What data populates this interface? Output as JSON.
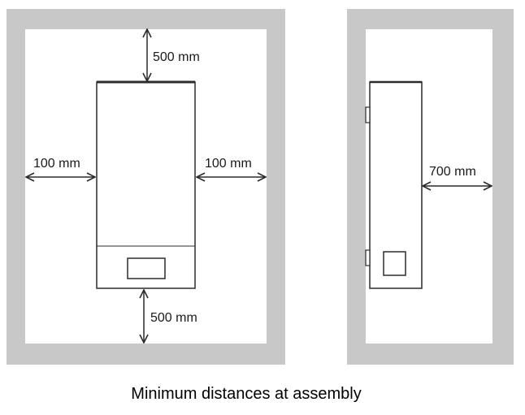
{
  "front_view": {
    "top_clearance": "500 mm",
    "left_clearance": "100 mm",
    "right_clearance": "100 mm",
    "bottom_clearance": "500 mm"
  },
  "side_view": {
    "front_clearance": "700 mm"
  },
  "caption": "Minimum distances at assembly",
  "colors": {
    "wall": "#c8c8c8",
    "niche": "#ffffff",
    "outline": "#2b2b2b"
  }
}
